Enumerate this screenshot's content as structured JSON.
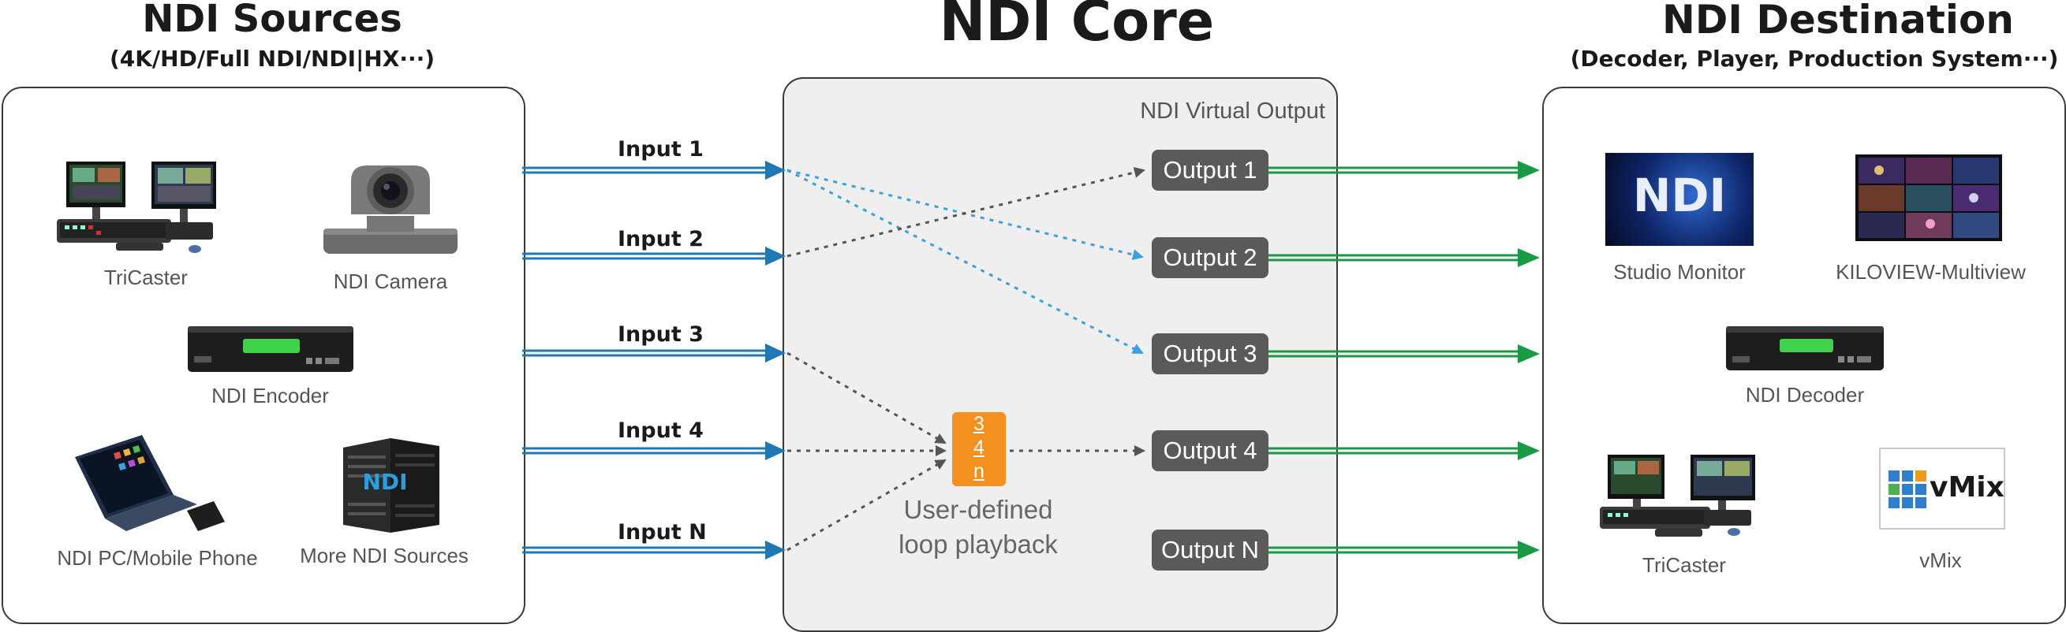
{
  "sources": {
    "title": "NDI Sources",
    "subtitle": "(4K/HD/Full NDI/NDI|HX···)",
    "items": {
      "tricaster": "TriCaster",
      "camera": "NDI Camera",
      "encoder": "NDI Encoder",
      "pc": "NDI PC/Mobile Phone",
      "more": "More NDI Sources",
      "more_logo": "NDI"
    }
  },
  "core": {
    "title": "NDI Core",
    "virtual_output": "NDI Virtual Output",
    "inputs": [
      "Input 1",
      "Input 2",
      "Input 3",
      "Input 4",
      "Input N"
    ],
    "outputs": [
      "Output 1",
      "Output 2",
      "Output 3",
      "Output 4",
      "Output N"
    ],
    "loop_badge": [
      "3",
      "4",
      "n"
    ],
    "loop_label_1": "User-defined",
    "loop_label_2": "loop playback"
  },
  "destination": {
    "title": "NDI Destination",
    "subtitle": "(Decoder, Player, Production System···)",
    "items": {
      "studio_monitor": "Studio Monitor",
      "multiview": "KILOVIEW-Multiview",
      "decoder": "NDI Decoder",
      "tricaster": "TriCaster",
      "vmix": "vMix",
      "ndi_logo": "NDI",
      "vmix_logo": "vMix"
    }
  },
  "colors": {
    "input_arrow": "#1f78b4",
    "output_arrow": "#1a9a44",
    "dotted_blue": "#3aa0e0",
    "dotted_gray": "#555555",
    "output_box": "#5a5a5a",
    "loop_badge": "#f39020"
  }
}
